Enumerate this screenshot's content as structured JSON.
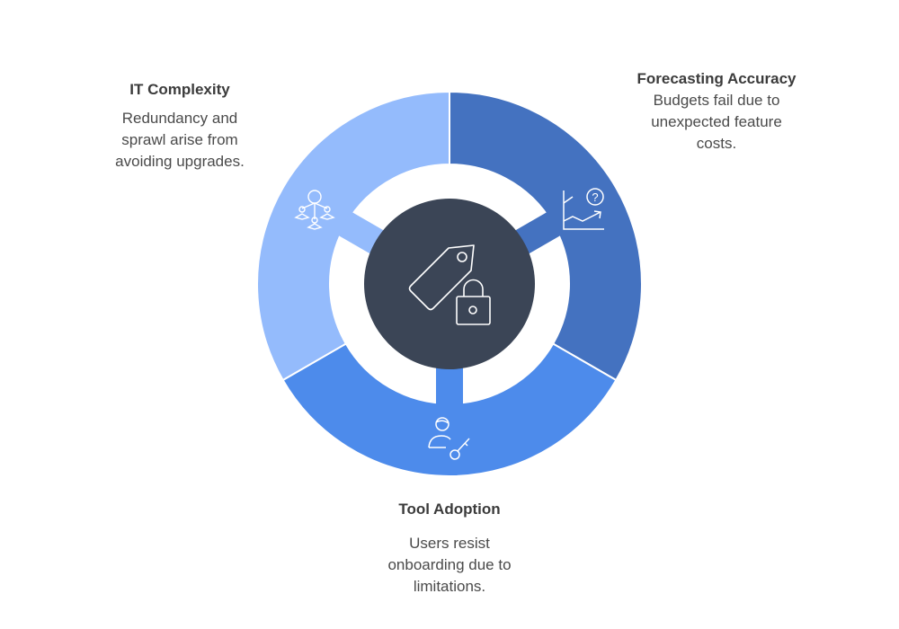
{
  "segments": [
    {
      "id": "forecasting",
      "title": "Forecasting Accuracy",
      "description": "Budgets fail due to unexpected feature costs.",
      "color": "#4472C0",
      "icon": "chart-question-icon"
    },
    {
      "id": "tool-adoption",
      "title": "Tool Adoption",
      "description": "Users resist onboarding due to limitations.",
      "color": "#4D8BEB",
      "icon": "user-key-icon"
    },
    {
      "id": "it-complexity",
      "title": "IT Complexity",
      "description": "Redundancy and sprawl arise from avoiding upgrades.",
      "color": "#94BBFC",
      "icon": "network-hierarchy-icon"
    }
  ],
  "center": {
    "color": "#3B4556",
    "icon": "price-tag-lock-icon"
  }
}
